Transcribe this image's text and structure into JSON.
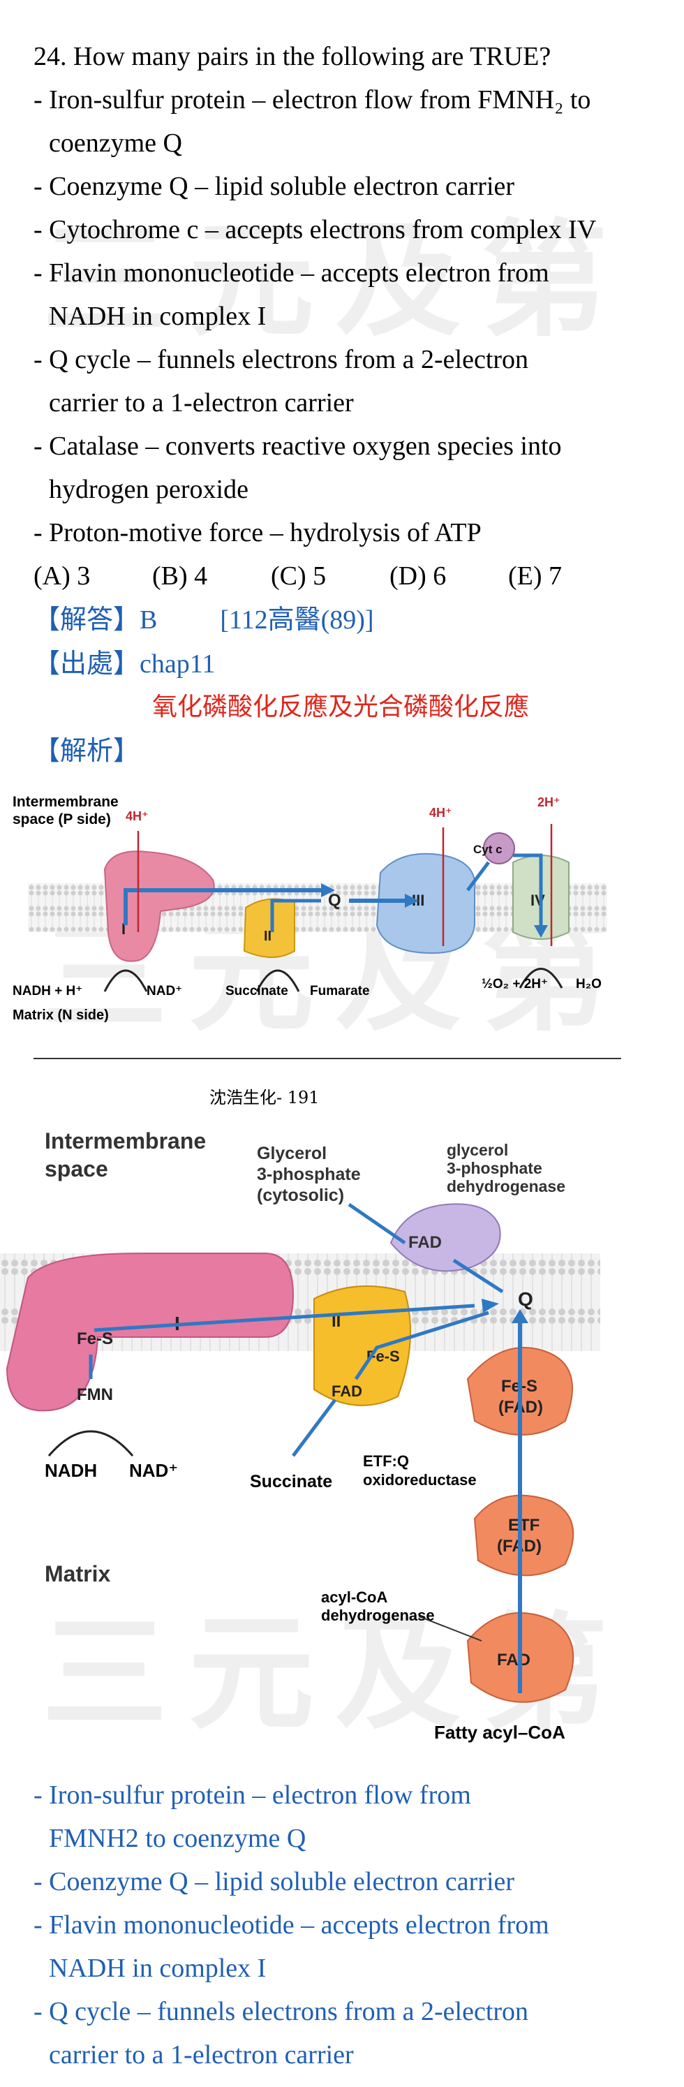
{
  "watermark": "三元及第",
  "question": {
    "stem": "24. How many pairs in the following are TRUE?",
    "items": [
      [
        "- Iron-sulfur protein – electron flow from FMNH₂ to",
        "coenzyme Q"
      ],
      [
        "- Coenzyme Q – lipid soluble electron carrier"
      ],
      [
        "- Cytochrome c – accepts electrons from complex IV"
      ],
      [
        "- Flavin mononucleotide – accepts electron from",
        "NADH in complex I"
      ],
      [
        "- Q cycle – funnels electrons from a 2-electron",
        "carrier to a 1-electron carrier"
      ],
      [
        "- Catalase – converts reactive oxygen species into",
        "hydrogen peroxide"
      ],
      [
        "- Proton-motive force – hydrolysis of ATP"
      ]
    ],
    "options": [
      "(A) 3",
      "(B) 4",
      "(C) 5",
      "(D) 6",
      "(E) 7"
    ]
  },
  "answer": {
    "label": "【解答】",
    "value": "B",
    "source": "[112高醫(89)]"
  },
  "origin": {
    "label": "【出處】",
    "chapter": "chap11",
    "topic": "氧化磷酸化反應及光合磷酸化反應"
  },
  "analysis": {
    "label": "【解析】"
  },
  "figure1": {
    "title1": "Intermembrane",
    "title2": "space (P side)",
    "h1": "4H⁺",
    "h2": "4H⁺",
    "h3": "2H⁺",
    "cytc": "Cyt c",
    "c1": "I",
    "c2": "II",
    "c3": "III",
    "c4": "IV",
    "q": "Q",
    "nadh": "NADH + H⁺",
    "nad": "NAD⁺",
    "succ": "Succinate",
    "fum": "Fumarate",
    "o2": "½O₂ + 2H⁺",
    "h2o": "H₂O",
    "matrix": "Matrix (N side)"
  },
  "page_label": "沈浩生化- 191",
  "figure2": {
    "title1": "Intermembrane",
    "title2": "space",
    "gp1": "Glycerol",
    "gp2": "3-phosphate",
    "gp3": "(cytosolic)",
    "gd1": "glycerol",
    "gd2": "3-phosphate",
    "gd3": "dehydrogenase",
    "fad": "FAD",
    "fes": "Fe-S",
    "fmn": "FMN",
    "c1": "I",
    "c2": "II",
    "q": "Q",
    "fesfad": "Fe-S",
    "fesfad2": "(FAD)",
    "nadh": "NADH",
    "nad": "NAD⁺",
    "succ": "Succinate",
    "etfq1": "ETF:Q",
    "etfq2": "oxidoreductase",
    "etf": "ETF",
    "etf2": "(FAD)",
    "matrix": "Matrix",
    "acyl1": "acyl-CoA",
    "acyl2": "dehydrogenase",
    "fatty": "Fatty acyl–CoA"
  },
  "explanation": [
    [
      "- Iron-sulfur protein – electron flow from",
      "FMNH2 to coenzyme Q"
    ],
    [
      "- Coenzyme Q – lipid soluble electron carrier"
    ],
    [
      "- Flavin mononucleotide – accepts electron from",
      "NADH in complex I"
    ],
    [
      "- Q cycle – funnels electrons from a 2-electron",
      "carrier to a 1-electron carrier"
    ]
  ]
}
